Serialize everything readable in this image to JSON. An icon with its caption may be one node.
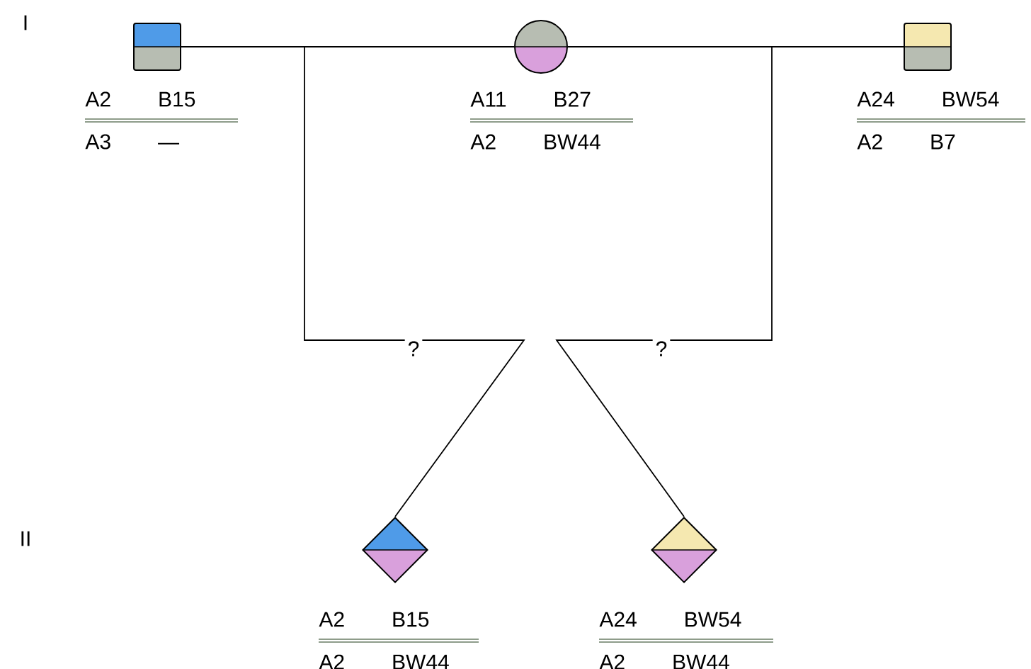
{
  "diagram": {
    "nodes": [
      {
        "text": [],
        "shape": "box",
        "beside": [
          "A2 B15",
          "A3 —"
        ]
      },
      {
        "text": [],
        "shape": "circle",
        "beside": [
          "A11 B27",
          "A2 BW44"
        ]
      },
      {
        "text": [],
        "shape": "box",
        "beside": [
          "A24 BW54",
          "A2 B7"
        ]
      },
      {
        "text": [],
        "shape": "diamond",
        "beside": [
          "A2 B15",
          "A2 BW44"
        ]
      },
      {
        "text": [],
        "shape": "diamond",
        "beside": [
          "A24 BW54",
          "A2 BW44"
        ]
      }
    ],
    "edges": [
      {
        "from": 0,
        "to": 1,
        "arrow": "none"
      },
      {
        "from": 1,
        "to": 2,
        "arrow": "none"
      },
      {
        "from": 0,
        "to": 3,
        "arrow": "none",
        "label": "?"
      },
      {
        "from": 2,
        "to": 4,
        "arrow": "none",
        "label": "?"
      }
    ],
    "labels": [
      "I",
      "II"
    ]
  }
}
